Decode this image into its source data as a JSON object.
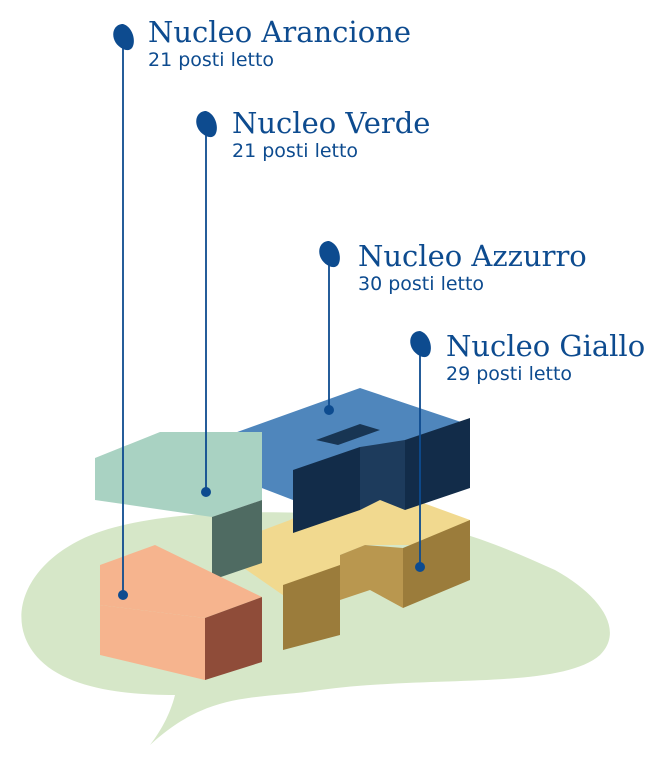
{
  "colors": {
    "label": "#0d4b8f",
    "ground": "#d6e7c8",
    "arancione_top": "#f6b48e",
    "arancione_side": "#8f4c39",
    "verde_top": "#a9d2c2",
    "verde_side": "#4f6b62",
    "azzurro_top": "#4f86bc",
    "azzurro_side": "#122c49",
    "giallo_top": "#f1d98f",
    "giallo_side": "#9b7c3b"
  },
  "units": [
    {
      "name": "Nucleo Arancione",
      "beds": "21 posti letto"
    },
    {
      "name": "Nucleo Verde",
      "beds": "21 posti letto"
    },
    {
      "name": "Nucleo Azzurro",
      "beds": "30 posti letto"
    },
    {
      "name": "Nucleo Giallo",
      "beds": "29 posti letto"
    }
  ]
}
